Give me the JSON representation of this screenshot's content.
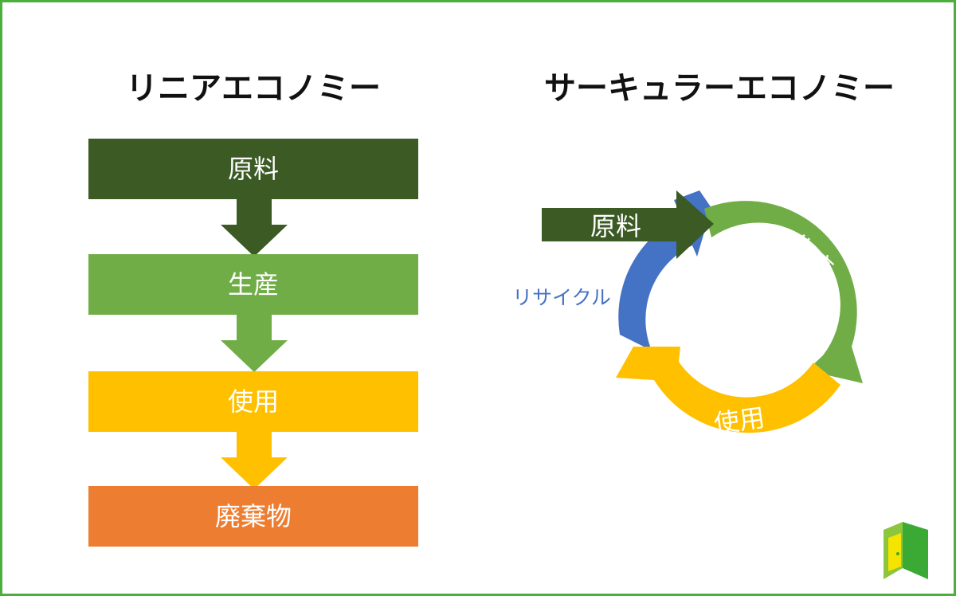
{
  "linear": {
    "title": "リニアエコノミー",
    "steps": [
      {
        "label": "原料",
        "color": "#3b5a24"
      },
      {
        "label": "生産",
        "color": "#70ad47"
      },
      {
        "label": "使用",
        "color": "#ffc000"
      },
      {
        "label": "廃棄物",
        "color": "#ed7d31"
      }
    ]
  },
  "circular": {
    "title": "サーキュラーエコノミー",
    "input_label": "原料",
    "production_label": "生産",
    "use_label": "使用",
    "recycle_label": "リサイクル",
    "colors": {
      "input": "#3b5a24",
      "production": "#70ad47",
      "use": "#ffc000",
      "recycle": "#4472c4"
    }
  },
  "logo": {
    "icon": "door-logo-icon",
    "colors": [
      "#8cc63f",
      "#3aaa35",
      "#f5e400"
    ]
  }
}
